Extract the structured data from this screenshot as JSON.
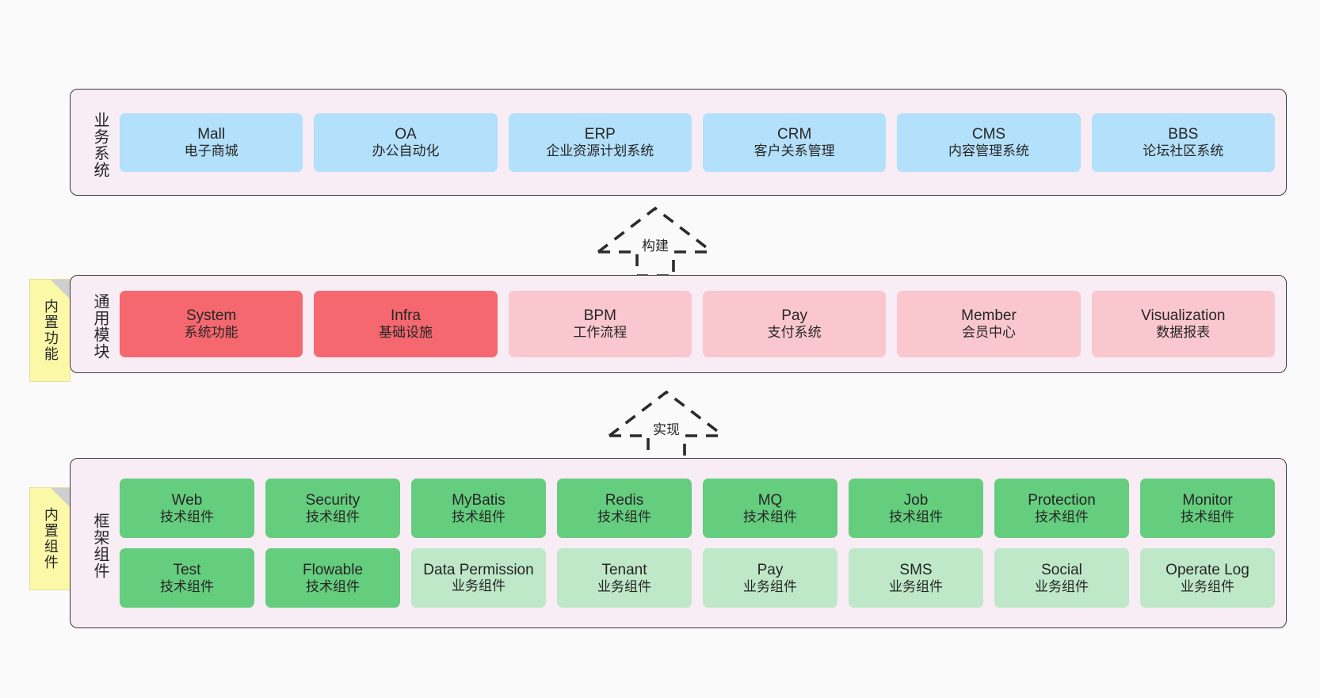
{
  "meta": {
    "canvas_background": "#fafafa",
    "section_background": "#f8ecf5",
    "border_color": "#3c3c3c",
    "colors": {
      "business_card": "#b3e0fb",
      "module_primary": "#f5686f",
      "module_secondary": "#fbc7ce",
      "component_tech": "#65cd7e",
      "component_business": "#bfe8c8",
      "note": "#fbf8a8"
    }
  },
  "sections": [
    {
      "key": "business",
      "label": "业务系统",
      "cards": [
        {
          "en": "Mall",
          "cn": "电子商城"
        },
        {
          "en": "OA",
          "cn": "办公自动化"
        },
        {
          "en": "ERP",
          "cn": "企业资源计划系统"
        },
        {
          "en": "CRM",
          "cn": "客户关系管理"
        },
        {
          "en": "CMS",
          "cn": "内容管理系统"
        },
        {
          "en": "BBS",
          "cn": "论坛社区系统"
        }
      ]
    },
    {
      "key": "modules",
      "label": "通用模块",
      "note": "内置功能",
      "cards": [
        {
          "en": "System",
          "cn": "系统功能",
          "variant": "red"
        },
        {
          "en": "Infra",
          "cn": "基础设施",
          "variant": "red"
        },
        {
          "en": "BPM",
          "cn": "工作流程",
          "variant": "pink"
        },
        {
          "en": "Pay",
          "cn": "支付系统",
          "variant": "pink"
        },
        {
          "en": "Member",
          "cn": "会员中心",
          "variant": "pink"
        },
        {
          "en": "Visualization",
          "cn": "数据报表",
          "variant": "pink"
        }
      ]
    },
    {
      "key": "framework",
      "label": "框架组件",
      "note": "内置组件",
      "rows": [
        [
          {
            "en": "Web",
            "cn": "技术组件",
            "variant": "green"
          },
          {
            "en": "Security",
            "cn": "技术组件",
            "variant": "green"
          },
          {
            "en": "MyBatis",
            "cn": "技术组件",
            "variant": "green"
          },
          {
            "en": "Redis",
            "cn": "技术组件",
            "variant": "green"
          },
          {
            "en": "MQ",
            "cn": "技术组件",
            "variant": "green"
          },
          {
            "en": "Job",
            "cn": "技术组件",
            "variant": "green"
          },
          {
            "en": "Protection",
            "cn": "技术组件",
            "variant": "green"
          },
          {
            "en": "Monitor",
            "cn": "技术组件",
            "variant": "green"
          }
        ],
        [
          {
            "en": "Test",
            "cn": "技术组件",
            "variant": "green"
          },
          {
            "en": "Flowable",
            "cn": "技术组件",
            "variant": "green"
          },
          {
            "en": "Data Permission",
            "cn": "业务组件",
            "variant": "green-light"
          },
          {
            "en": "Tenant",
            "cn": "业务组件",
            "variant": "green-light"
          },
          {
            "en": "Pay",
            "cn": "业务组件",
            "variant": "green-light"
          },
          {
            "en": "SMS",
            "cn": "业务组件",
            "variant": "green-light"
          },
          {
            "en": "Social",
            "cn": "业务组件",
            "variant": "green-light"
          },
          {
            "en": "Operate Log",
            "cn": "业务组件",
            "variant": "green-light"
          }
        ]
      ]
    }
  ],
  "arrows": [
    {
      "key": "build",
      "label": "构建"
    },
    {
      "key": "implement",
      "label": "实现"
    }
  ]
}
